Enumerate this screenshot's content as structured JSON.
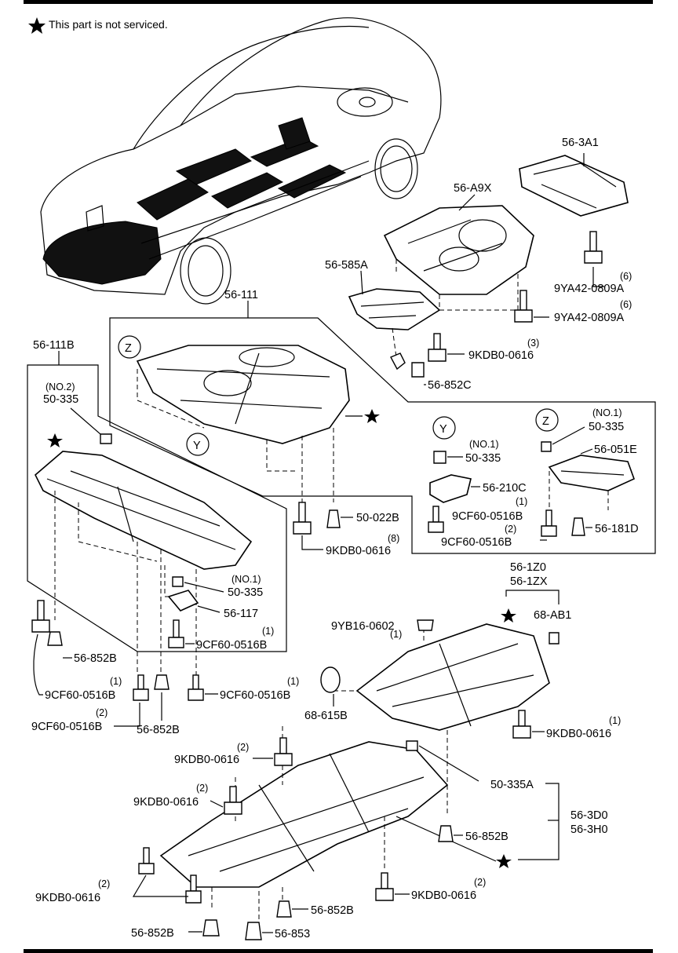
{
  "note": "This part is not serviced.",
  "callouts": {
    "a": "56-3A1",
    "b": "56-A9X",
    "c": "56-585A",
    "d": "(6)",
    "e": "9YA42-0809A",
    "f": "(6)",
    "g": "9YA42-0809A",
    "h": "56-111",
    "i": "(3)",
    "j": "9KDB0-0616",
    "k": "56-852C",
    "l": "56-111B",
    "m": "(NO.2)",
    "n": "50-335",
    "o": "Z",
    "p": "Y",
    "q": "Y",
    "r": "(NO.1)",
    "s": "50-335",
    "t": "Z",
    "u": "(NO.1)",
    "v": "50-335",
    "w": "56-051E",
    "x": "56-210C",
    "y": "(1)",
    "z": "9CF60-0516B",
    "aa": "(2)",
    "ab": "9CF60-0516B",
    "ac": "56-181D",
    "ad": "50-022B",
    "ae": "(8)",
    "af": "9KDB0-0616",
    "ag": "(NO.1)",
    "ah": "50-335",
    "ai": "56-117",
    "aj": "(1)",
    "ak": "9CF60-0516B",
    "al": "56-852B",
    "am": "(1)",
    "an": "9CF60-0516B",
    "ao": "(2)",
    "ap": "9CF60-0516B",
    "aq": "56-852B",
    "ar": "(1)",
    "as": "9CF60-0516B",
    "at": "56-1Z0",
    "au": "56-1ZX",
    "av": "(1)",
    "aw": "9YB16-0602",
    "ax": "68-AB1",
    "ay": "68-615B",
    "az": "(1)",
    "ba": "9KDB0-0616",
    "bb": "(2)",
    "bc": "9KDB0-0616",
    "bd": "(2)",
    "be": "9KDB0-0616",
    "bf": "50-335A",
    "bg": "56-3D0",
    "bh": "56-3H0",
    "bi": "56-852B",
    "bj": "(2)",
    "bk": "9KDB0-0616",
    "bl": "(2)",
    "bm": "9KDB0-0616",
    "bn": "56-852B",
    "bo": "56-852B",
    "bp": "56-853"
  }
}
